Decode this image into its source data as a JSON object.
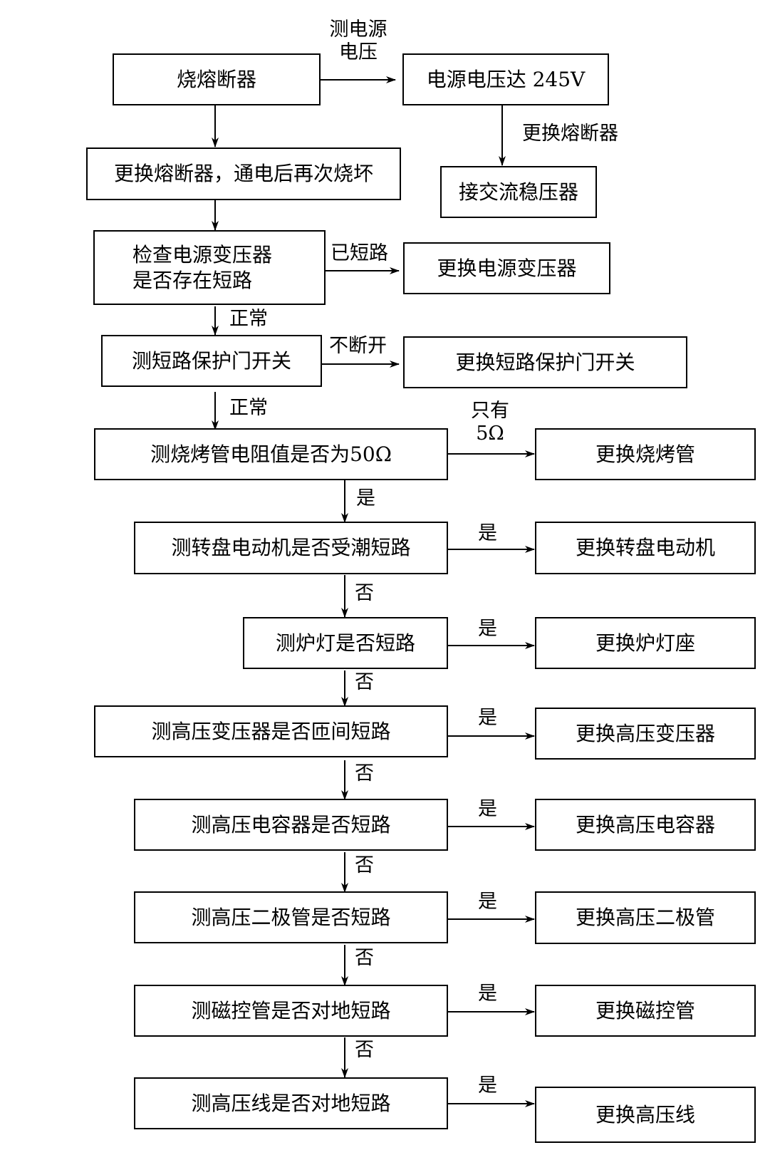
{
  "nodes": {
    "burn_fuse": "烧熔断器",
    "supply_245v": "电源电压达 245V",
    "replace_fuse_again": "更换熔断器，通电后再次烧坏",
    "ac_stabilizer": "接交流稳压器",
    "check_transformer_line1": "检查电源变压器",
    "check_transformer_line2": "是否存在短路",
    "replace_transformer": "更换电源变压器",
    "test_door_switch": "测短路保护门开关",
    "replace_door_switch": "更换短路保护门开关",
    "test_grill_tube": "测烧烤管电阻值是否为50Ω",
    "replace_grill_tube": "更换烧烤管",
    "test_turntable_motor": "测转盘电动机是否受潮短路",
    "replace_turntable_motor": "更换转盘电动机",
    "test_oven_lamp": "测炉灯是否短路",
    "replace_lamp_socket": "更换炉灯座",
    "test_hv_transformer": "测高压变压器是否匝间短路",
    "replace_hv_transformer": "更换高压变压器",
    "test_hv_capacitor": "测高压电容器是否短路",
    "replace_hv_capacitor": "更换高压电容器",
    "test_hv_diode": "测高压二极管是否短路",
    "replace_hv_diode": "更换高压二极管",
    "test_magnetron": "测磁控管是否对地短路",
    "replace_magnetron": "更换磁控管",
    "test_hv_wire": "测高压线是否对地短路",
    "replace_hv_wire": "更换高压线"
  },
  "labels": {
    "measure_supply_line1": "测电源",
    "measure_supply_line2": "电压",
    "replace_fuse": "更换熔断器",
    "shorted": "已短路",
    "normal_1": "正常",
    "not_open": "不断开",
    "normal_2": "正常",
    "only_have": "只有",
    "five_ohm": "5Ω",
    "yes_down": "是",
    "yes_1": "是",
    "no_1": "否",
    "yes_2": "是",
    "no_2": "否",
    "yes_3": "是",
    "no_3": "否",
    "yes_4": "是",
    "no_4": "否",
    "yes_5": "是",
    "no_5": "否",
    "yes_6": "是",
    "no_6": "否",
    "yes_7": "是"
  }
}
